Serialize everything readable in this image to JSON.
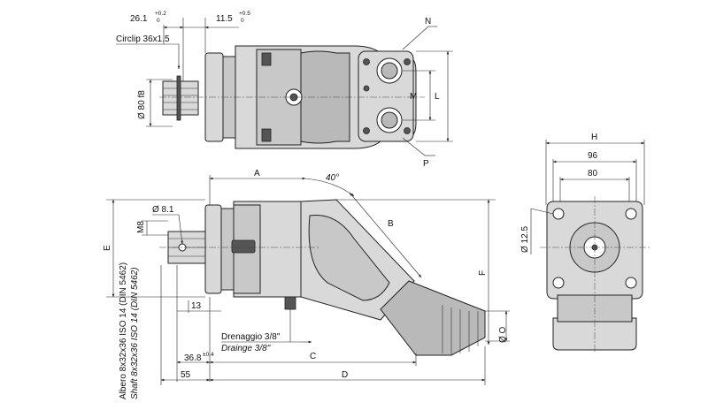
{
  "top_view": {
    "dim_26_1": "26.1",
    "dim_26_1_tol_upper": "+0.2",
    "dim_26_1_tol_lower": "0",
    "dim_11_5": "11.5",
    "dim_11_5_tol_upper": "+0.5",
    "dim_11_5_tol_lower": "0",
    "circlip": "Circlip 36x1.5",
    "shaft_dia": "Ø 80 f8",
    "port_n": "N",
    "port_p": "P",
    "dim_m": "M",
    "dim_l": "L"
  },
  "side_view": {
    "dim_a": "A",
    "angle": "40°",
    "dim_b": "B",
    "hole_dia": "Ø 8.1",
    "thread_m8": "M8",
    "dim_e": "E",
    "dim_f": "F",
    "dim_13": "13",
    "drain_it": "Drenaggio 3/8\"",
    "drain_en": "Drainge 3/8\"",
    "dim_c": "C",
    "dim_36_8": "36.8",
    "dim_36_8_tol": "±0.4",
    "dim_55": "55",
    "dim_d": "D",
    "dim_o": "Ø O",
    "shaft_it": "Albero 8x32x36 ISO 14 (DIN 5462)",
    "shaft_en": "Shaft 8x32x36 ISO 14 (DIN 5462)"
  },
  "front_view": {
    "dim_h": "H",
    "dim_96": "96",
    "dim_80": "80",
    "dim_12_5": "Ø 12.5"
  }
}
